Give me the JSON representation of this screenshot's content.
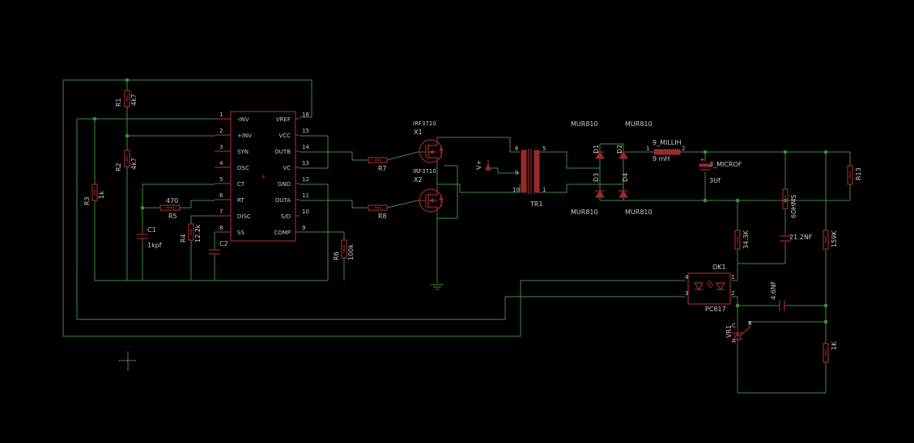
{
  "ic": {
    "left_pins": [
      {
        "num": "1",
        "name": "-INV"
      },
      {
        "num": "2",
        "name": "+INV"
      },
      {
        "num": "3",
        "name": "SYN"
      },
      {
        "num": "4",
        "name": "OSC"
      },
      {
        "num": "5",
        "name": "CT"
      },
      {
        "num": "6",
        "name": "RT"
      },
      {
        "num": "7",
        "name": "DISC"
      },
      {
        "num": "8",
        "name": "SS"
      }
    ],
    "right_pins": [
      {
        "num": "16",
        "name": "VREF"
      },
      {
        "num": "15",
        "name": "VCC"
      },
      {
        "num": "14",
        "name": "OUTB"
      },
      {
        "num": "13",
        "name": "VC"
      },
      {
        "num": "12",
        "name": "GND"
      },
      {
        "num": "11",
        "name": "OUTA"
      },
      {
        "num": "10",
        "name": "S/D"
      },
      {
        "num": "9",
        "name": "COMP"
      }
    ]
  },
  "labels": {
    "r1_name": "R1",
    "r1_val": "4k7",
    "r2_name": "R2",
    "r2_val": "4k7",
    "r3_name": "R3",
    "r3_val": "1k",
    "r5_val": "470",
    "r5_name": "R5",
    "r4_name": "R4",
    "r4_val": "12.2k",
    "c1_name": "C1",
    "c1_val": "1kpf",
    "c2_name": "C2",
    "r6_name": "R6",
    "r6_val": "100k",
    "r7": "R7",
    "r8": "R8",
    "x1_type": "IRF3710",
    "x1": "X1",
    "x2_type": "IRF3710",
    "x2": "X2",
    "vplus": "V+",
    "tr_pin6": "6",
    "tr_pin9": "9",
    "tr_pin10": "10",
    "tr_pin5": "5",
    "tr_pin1": "1",
    "tr1": "TR1",
    "mur_tl": "MUR810",
    "mur_tr": "MUR810",
    "mur_bl": "MUR810",
    "mur_br": "MUR810",
    "d1": "D1",
    "d2": "D2",
    "d3": "D3",
    "d4": "D4",
    "l_name": "9_MILLIH",
    "l_val": "9 mH",
    "l_pin1": "1",
    "l_pin2": "2",
    "cap_name": "3_MICROF",
    "cap_val": "3Uf",
    "r13": "R13",
    "r_6ohm": "6OHMS",
    "r343": "34.3K",
    "c212": "21.2NF",
    "r159": "159K",
    "ok1": "OK1",
    "pc817": "PC817",
    "ok_p1": "1",
    "ok_p2": "2",
    "ok_p3": "3",
    "ok_p4": "4",
    "c46": "4.6NF",
    "vr1": "VR1",
    "vr_a": "A",
    "vr_c": "C",
    "vr_r": "R",
    "r1k": "1K"
  }
}
